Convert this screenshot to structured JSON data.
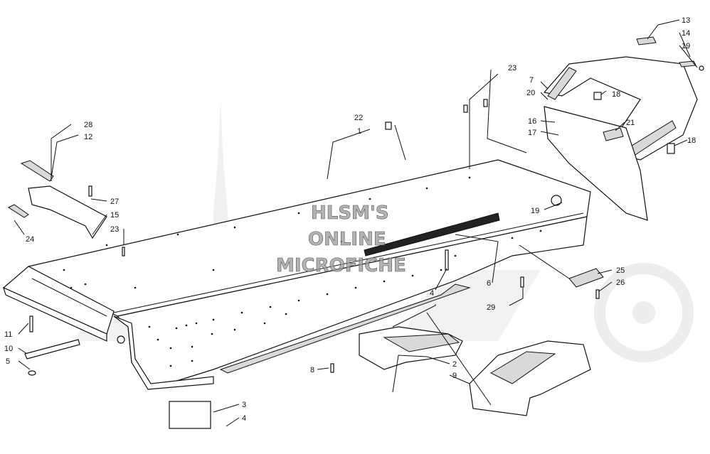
{
  "watermark": {
    "lines": [
      "HLSM'S",
      "ONLINE",
      "MICROFICHE"
    ]
  },
  "callouts": {
    "c1": "1",
    "c2": "2",
    "c3": "3",
    "c4a": "4",
    "c4b": "4",
    "c5": "5",
    "c6": "6",
    "c7": "7",
    "c8": "8",
    "c9": "9",
    "c10": "10",
    "c11": "11",
    "c12": "12",
    "c13": "13",
    "c14": "14",
    "c15": "15",
    "c16": "16",
    "c17": "17",
    "c18a": "18",
    "c18b": "18",
    "c19a": "19",
    "c19b": "19",
    "c20": "20",
    "c21": "21",
    "c22": "22",
    "c23a": "23",
    "c23b": "23",
    "c24": "24",
    "c25": "25",
    "c26": "26",
    "c27": "27",
    "c28": "28",
    "c29": "29"
  }
}
